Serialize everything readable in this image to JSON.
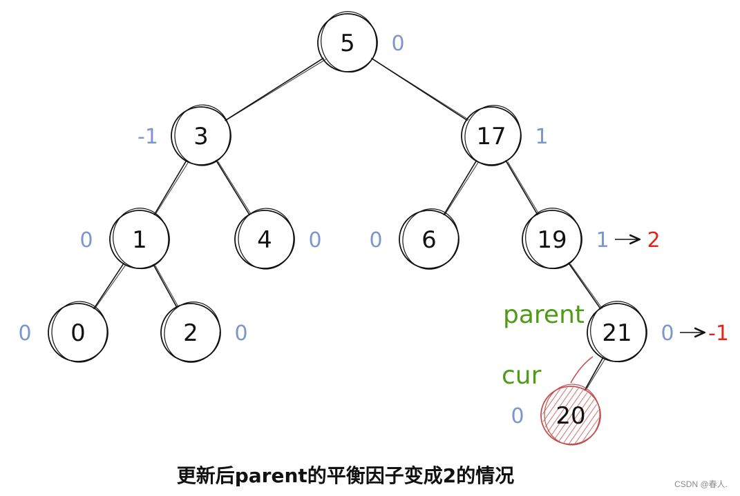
{
  "tree": {
    "nodes": [
      {
        "id": "n5",
        "label": "5",
        "balance": "0",
        "side": "right"
      },
      {
        "id": "n3",
        "label": "3",
        "balance": "-1",
        "side": "left"
      },
      {
        "id": "n17",
        "label": "17",
        "balance": "1",
        "side": "right"
      },
      {
        "id": "n1",
        "label": "1",
        "balance": "0",
        "side": "left"
      },
      {
        "id": "n4",
        "label": "4",
        "balance": "0",
        "side": "right"
      },
      {
        "id": "n6",
        "label": "6",
        "balance": "0",
        "side": "left"
      },
      {
        "id": "n19",
        "label": "19",
        "balance": "1",
        "side": "right",
        "new_balance": "2"
      },
      {
        "id": "n0",
        "label": "0",
        "balance": "0",
        "side": "left"
      },
      {
        "id": "n2",
        "label": "2",
        "balance": "0",
        "side": "right"
      },
      {
        "id": "n21",
        "label": "21",
        "balance": "0",
        "side": "right",
        "new_balance": "-1"
      },
      {
        "id": "n20",
        "label": "20",
        "balance": "0",
        "side": "left",
        "highlighted": true
      }
    ],
    "edges": [
      [
        "n5",
        "n3"
      ],
      [
        "n5",
        "n17"
      ],
      [
        "n3",
        "n1"
      ],
      [
        "n3",
        "n4"
      ],
      [
        "n17",
        "n6"
      ],
      [
        "n17",
        "n19"
      ],
      [
        "n1",
        "n0"
      ],
      [
        "n1",
        "n2"
      ],
      [
        "n19",
        "n21"
      ],
      [
        "n21",
        "n20"
      ]
    ]
  },
  "pointers": {
    "parent": "parent",
    "cur": "cur"
  },
  "caption": "更新后parent的平衡因子变成2的情况",
  "watermark": "CSDN @春人.",
  "colors": {
    "ink": "#111111",
    "balance": "#7b96cf",
    "updated": "#e0261b",
    "pointer": "#4f9a17",
    "highlight": "#c0504d"
  }
}
